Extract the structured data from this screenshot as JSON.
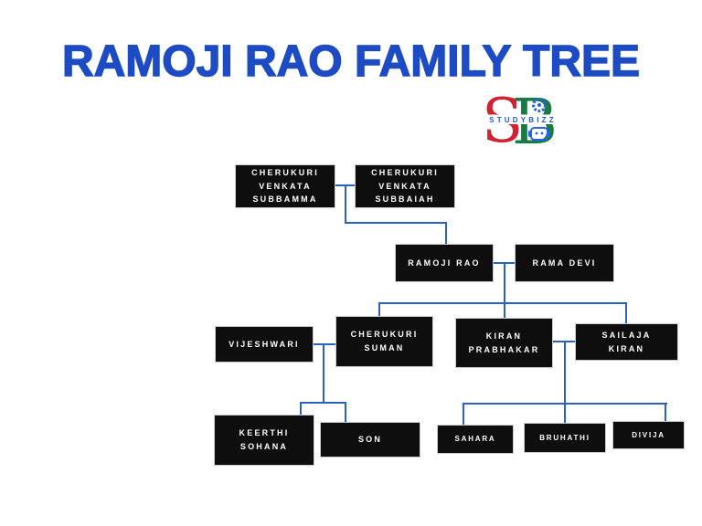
{
  "title": "RAMOJI RAO FAMILY TREE",
  "logo": {
    "letter_s": "S",
    "letter_b": "B",
    "brand": "STUDYBIZZ"
  },
  "colors": {
    "title_blue": "#1c4bc3",
    "connector_blue": "#2b62be",
    "box_black": "#0e0e0e",
    "box_text": "#ffffff",
    "logo_red": "#cf2233",
    "logo_green": "#1b7a43",
    "logo_blue": "#2563eb"
  },
  "tree": {
    "nodes": {
      "subbamma": {
        "label": "CHERUKURI\nVENKATA\nSUBBAMMA"
      },
      "subbaiah": {
        "label": "CHERUKURI\nVENKATA\nSUBBAIAH"
      },
      "ramoji_rao": {
        "label": "RAMOJI RAO"
      },
      "rama_devi": {
        "label": "RAMA DEVI"
      },
      "vijeshwari": {
        "label": "VIJESHWARI"
      },
      "suman": {
        "label": "CHERUKURI\nSUMAN"
      },
      "kiran_prabhakar": {
        "label": "KIRAN\nPRABHAKAR"
      },
      "sailaja_kiran": {
        "label": "SAILAJA\nKIRAN"
      },
      "keerthi_sohana": {
        "label": "KEERTHI\nSOHANA"
      },
      "son": {
        "label": "SON"
      },
      "sahara": {
        "label": "SAHARA"
      },
      "bruhathi": {
        "label": "BRUHATHI"
      },
      "divija": {
        "label": "DIVIJA"
      }
    }
  }
}
